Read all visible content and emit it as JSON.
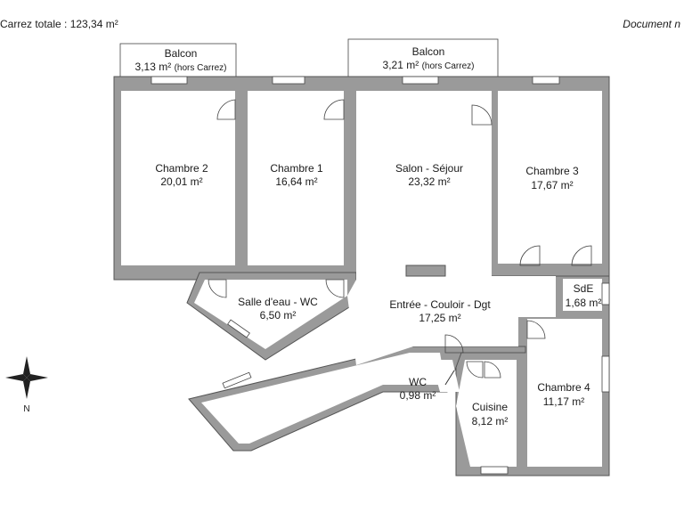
{
  "header": {
    "surface_label": "Carrez totale :  123,34 m²",
    "document_label": "Document n"
  },
  "balconies": [
    {
      "name": "Balcon",
      "area": "3,13 m²",
      "note": "(hors Carrez)"
    },
    {
      "name": "Balcon",
      "area": "3,21 m²",
      "note": "(hors Carrez)"
    }
  ],
  "rooms": [
    {
      "name": "Chambre 2",
      "area": "20,01 m²"
    },
    {
      "name": "Chambre 1",
      "area": "16,64 m²"
    },
    {
      "name": "Salon - Séjour",
      "area": "23,32 m²"
    },
    {
      "name": "Chambre 3",
      "area": "17,67 m²"
    },
    {
      "name": "SdE",
      "area": "1,68 m²"
    },
    {
      "name": "Salle d'eau - WC",
      "area": "6,50 m²"
    },
    {
      "name": "Entrée - Couloir - Dgt",
      "area": "17,25 m²"
    },
    {
      "name": "WC",
      "area": "0,98 m²"
    },
    {
      "name": "Cuisine",
      "area": "8,12 m²"
    },
    {
      "name": "Chambre 4",
      "area": "11,17 m²"
    }
  ],
  "compass": {
    "north_label": "N"
  }
}
